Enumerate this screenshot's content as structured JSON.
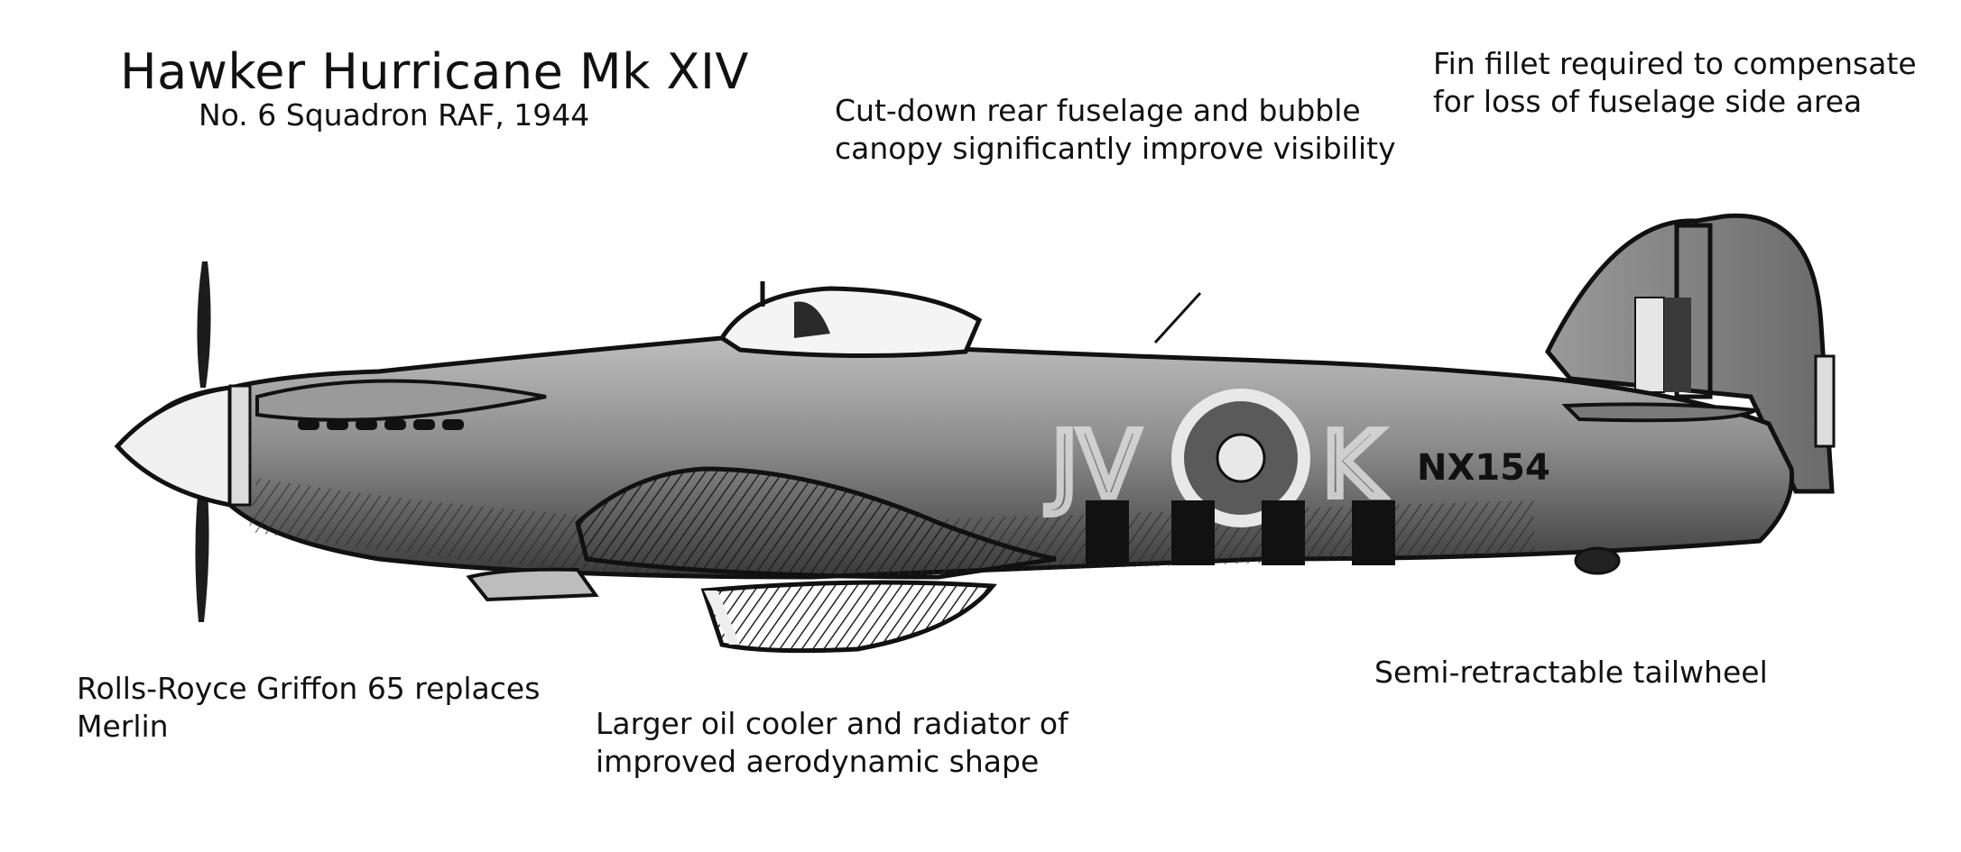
{
  "title": "Hawker Hurricane Mk XIV",
  "subtitle": "No. 6 Squadron RAF, 1944",
  "notes": {
    "canopy": [
      "Cut-down rear fuselage and bubble",
      "canopy significantly improve visibility"
    ],
    "fin": [
      "Fin fillet required to compensate",
      "for loss of fuselage side area"
    ],
    "engine": [
      "Rolls-Royce Griffon 65 replaces",
      "Merlin"
    ],
    "cooler": [
      "Larger oil cooler and radiator of",
      "improved aerodynamic shape"
    ],
    "tailwheel": [
      "Semi-retractable tailwheel"
    ]
  },
  "markings": {
    "code_left": "JV",
    "code_right": "K",
    "serial": "NX154"
  },
  "colors": {
    "ink": "#111111",
    "fuselage": "#8a8a8a",
    "roundel_light": "#e8e8e8"
  }
}
